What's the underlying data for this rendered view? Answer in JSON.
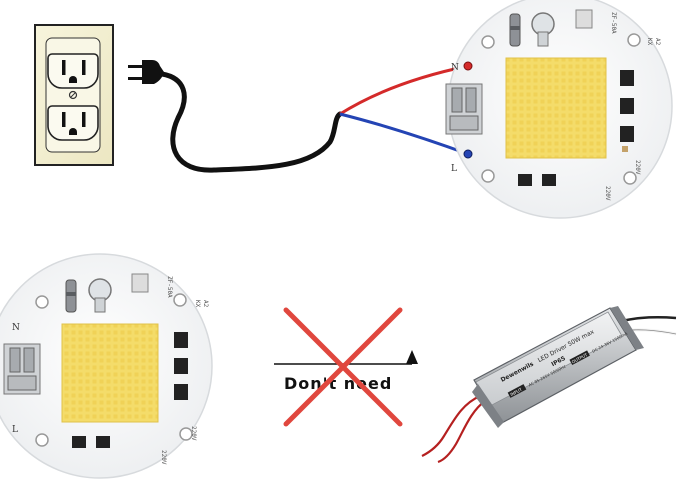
{
  "diagram": {
    "labels": {
      "live_terminal": "N",
      "neutral_terminal": "L",
      "voltage_top": "220V",
      "voltage_bottom": "220V",
      "chip_model": "ZF-50A",
      "chip_code": "KX",
      "chip_code_b": "A2",
      "strike_caption": "Don't need",
      "driver_brand": "Dewenwils",
      "driver_title": "LED Driver 50W max",
      "driver_rating": "IP65",
      "driver_input_tag": "INPUT",
      "driver_output_tag": "OUTPUT",
      "driver_spec_1": "AC 85-265V 50/60Hz",
      "driver_spec_2": "DC 24-36V 1500mA"
    },
    "colors": {
      "wire_live": "#d42a2a",
      "wire_neutral": "#2444b4",
      "cord": "#111111",
      "led_panel": "#f4dc6a",
      "cross": "#e0473e",
      "outlet_plate": "#f3efce",
      "driver_body": "#bfc2c4"
    },
    "icons": {
      "outlet": "duplex-wall-outlet-icon",
      "plug": "two-prong-plug-icon",
      "cross": "red-x-icon",
      "warning": "warning-triangle-icon"
    }
  }
}
